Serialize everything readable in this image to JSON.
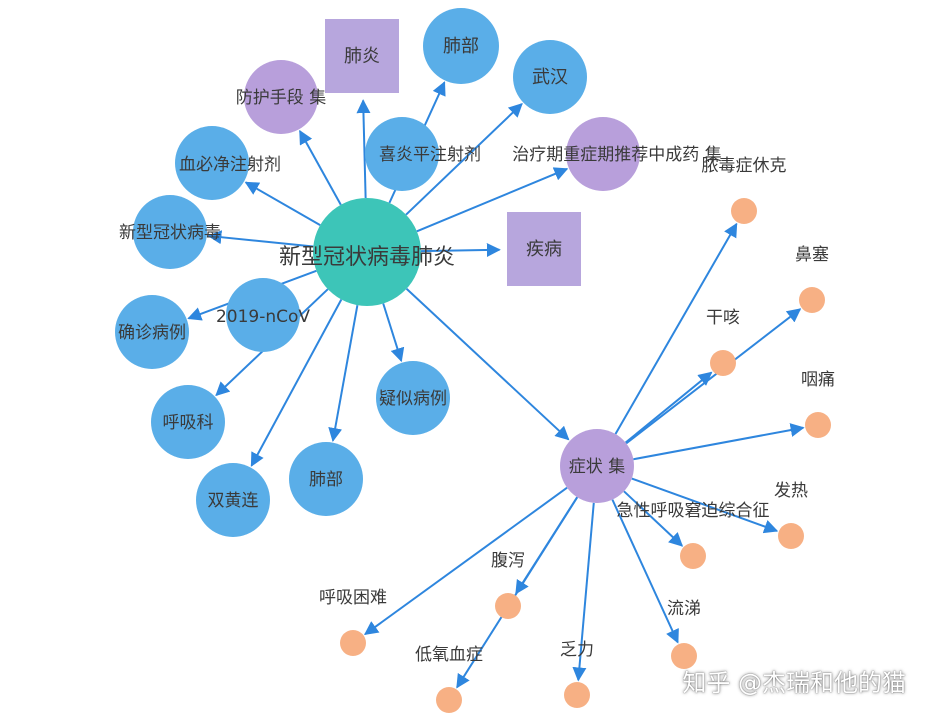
{
  "colors": {
    "center": "#3dc5b8",
    "entity": "#5aaee8",
    "group": "#b89fdb",
    "square": "#b7a6dd",
    "symptom": "#f7b084",
    "edge": "#2e86de"
  },
  "nodes": [
    {
      "id": "center",
      "label": "新型冠状病毒肺炎",
      "type": "center"
    },
    {
      "id": "fangyan_sq",
      "label": "肺炎",
      "type": "square"
    },
    {
      "id": "feibu_top",
      "label": "肺部",
      "type": "entity"
    },
    {
      "id": "wuhan",
      "label": "武汉",
      "type": "entity"
    },
    {
      "id": "fanghu",
      "label": "防护手段 集",
      "type": "group"
    },
    {
      "id": "xiyan",
      "label": "喜炎平注射剂",
      "type": "entity"
    },
    {
      "id": "zhiliao",
      "label": "治疗期重症期推荐中成药 集",
      "type": "group"
    },
    {
      "id": "xuebijing",
      "label": "血必净注射剂",
      "type": "entity"
    },
    {
      "id": "xinxing",
      "label": "新型冠状病毒",
      "type": "entity"
    },
    {
      "id": "jibing",
      "label": "疾病",
      "type": "square"
    },
    {
      "id": "ncov",
      "label": "2019-nCoV",
      "type": "entity"
    },
    {
      "id": "quezhen",
      "label": "确诊病例",
      "type": "entity"
    },
    {
      "id": "huxike",
      "label": "呼吸科",
      "type": "entity"
    },
    {
      "id": "shuanghuanglian",
      "label": "双黄连",
      "type": "entity"
    },
    {
      "id": "feibu_bottom",
      "label": "肺部",
      "type": "entity"
    },
    {
      "id": "yisi",
      "label": "疑似病例",
      "type": "entity"
    },
    {
      "id": "zhengzhuang",
      "label": "症状 集",
      "type": "group"
    },
    {
      "id": "nongdu",
      "label": "脓毒症休克",
      "type": "symptom"
    },
    {
      "id": "bisai",
      "label": "鼻塞",
      "type": "symptom"
    },
    {
      "id": "ganke",
      "label": "干咳",
      "type": "symptom"
    },
    {
      "id": "yantong",
      "label": "咽痛",
      "type": "symptom"
    },
    {
      "id": "fare",
      "label": "发热",
      "type": "symptom"
    },
    {
      "id": "jixing",
      "label": "急性呼吸窘迫综合征",
      "type": "symptom"
    },
    {
      "id": "liuti",
      "label": "流涕",
      "type": "symptom"
    },
    {
      "id": "fali",
      "label": "乏力",
      "type": "symptom"
    },
    {
      "id": "diyang",
      "label": "低氧血症",
      "type": "symptom"
    },
    {
      "id": "fuxie",
      "label": "腹泻",
      "type": "symptom"
    },
    {
      "id": "huxikunnan",
      "label": "呼吸困难",
      "type": "symptom"
    }
  ],
  "edges": [
    [
      "center",
      "fangyan_sq"
    ],
    [
      "center",
      "feibu_top"
    ],
    [
      "center",
      "wuhan"
    ],
    [
      "center",
      "fanghu"
    ],
    [
      "center",
      "zhiliao"
    ],
    [
      "center",
      "xuebijing"
    ],
    [
      "center",
      "xinxing"
    ],
    [
      "center",
      "jibing"
    ],
    [
      "center",
      "quezhen"
    ],
    [
      "center",
      "huxike"
    ],
    [
      "center",
      "shuanghuanglian"
    ],
    [
      "center",
      "feibu_bottom"
    ],
    [
      "center",
      "yisi"
    ],
    [
      "center",
      "zhengzhuang"
    ],
    [
      "zhengzhuang",
      "nongdu"
    ],
    [
      "zhengzhuang",
      "bisai"
    ],
    [
      "zhengzhuang",
      "ganke"
    ],
    [
      "zhengzhuang",
      "yantong"
    ],
    [
      "zhengzhuang",
      "fare"
    ],
    [
      "zhengzhuang",
      "jixing"
    ],
    [
      "zhengzhuang",
      "liuti"
    ],
    [
      "zhengzhuang",
      "fali"
    ],
    [
      "zhengzhuang",
      "diyang"
    ],
    [
      "zhengzhuang",
      "fuxie"
    ],
    [
      "zhengzhuang",
      "huxikunnan"
    ]
  ],
  "watermark": "知乎 @杰瑞和他的猫"
}
